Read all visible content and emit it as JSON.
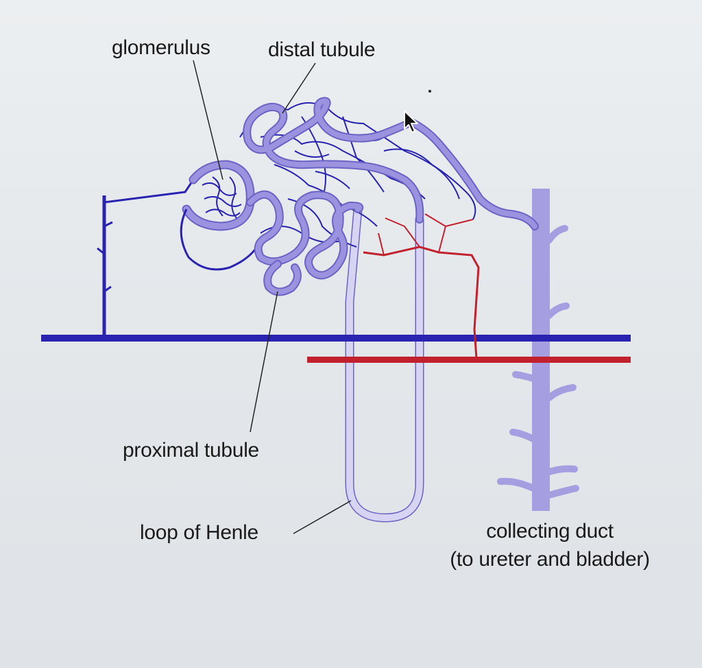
{
  "labels": {
    "glomerulus": "glomerulus",
    "distal_tubule": "distal tubule",
    "proximal_tubule": "proximal tubule",
    "loop_of_henle": "loop of Henle",
    "collecting_duct_line1": "collecting duct",
    "collecting_duct_line2": "(to ureter and bladder)"
  },
  "colors": {
    "tubule": "#8f86d8",
    "tubule_outline": "#5a52b8",
    "vein": "#2a22b0",
    "artery": "#c3202e",
    "collecting_duct": "#a59ee0",
    "leader_line": "#222222"
  },
  "icons": {
    "pointer": "mouse-cursor-icon"
  }
}
